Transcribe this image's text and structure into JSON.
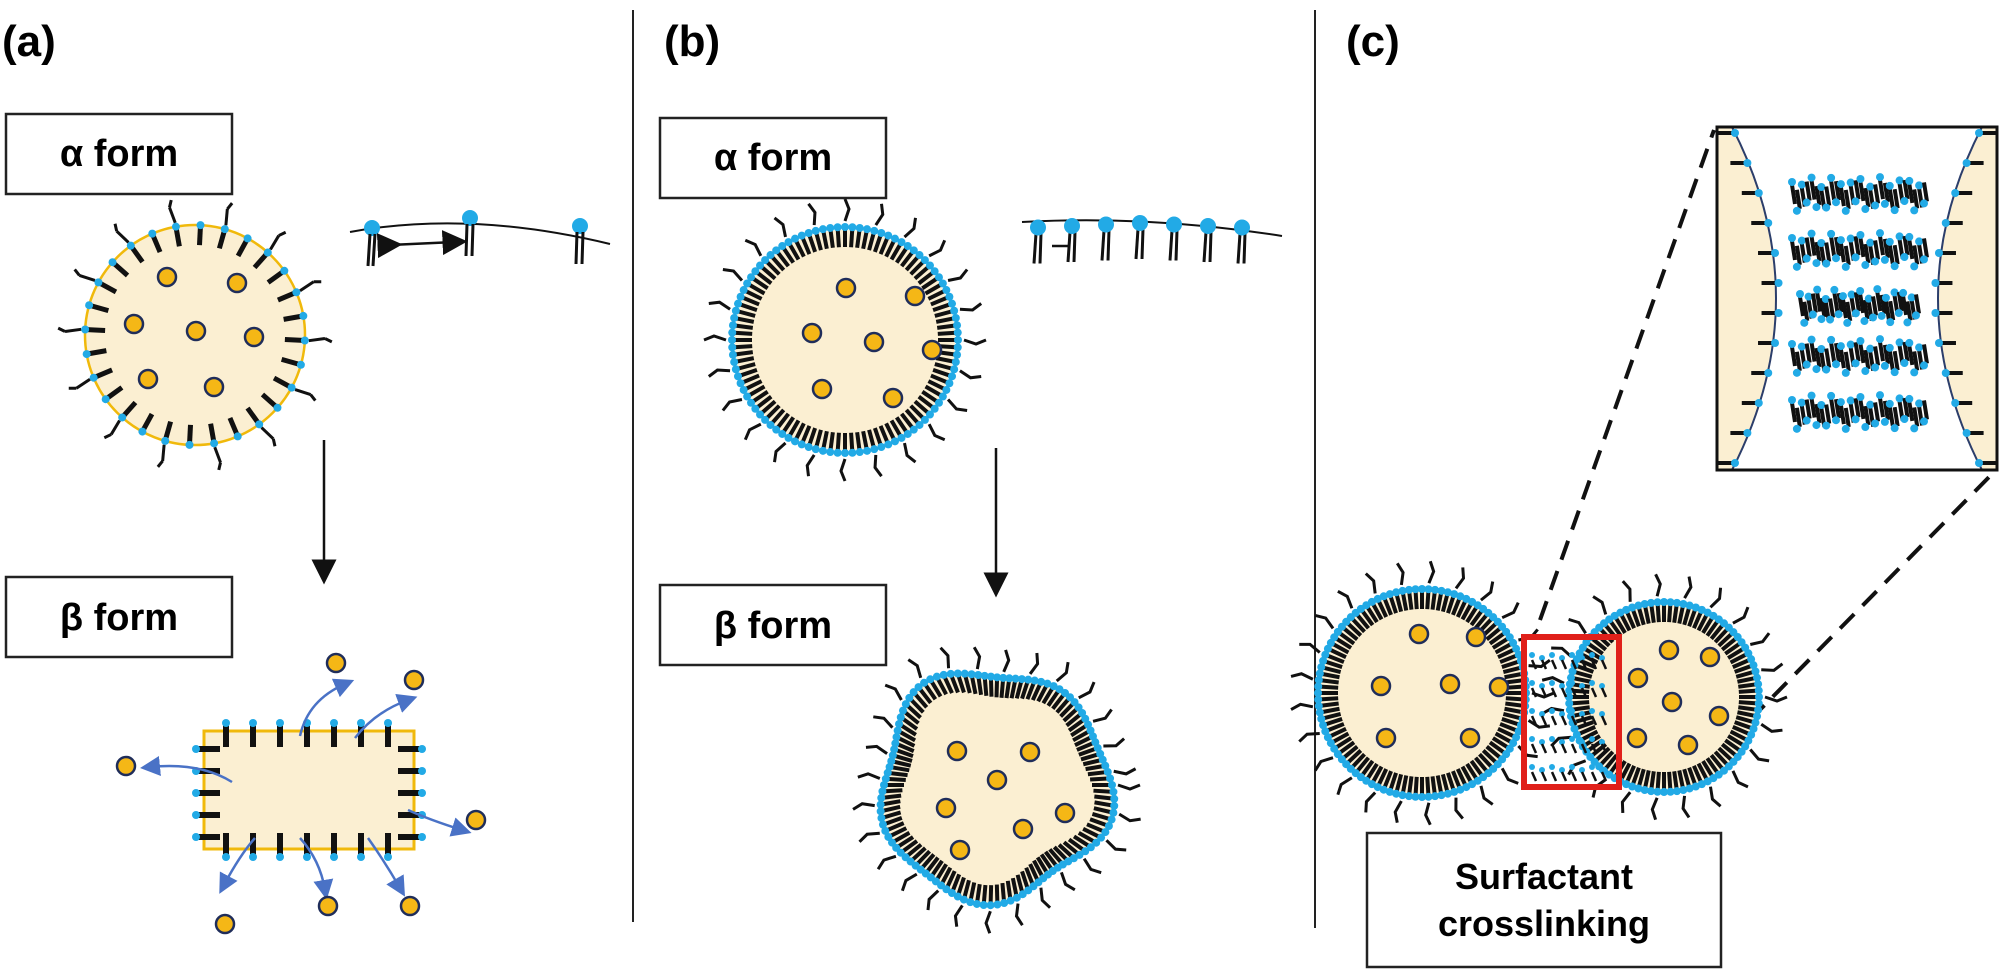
{
  "panels": {
    "a": {
      "letter": "(a)",
      "top_label": "α form",
      "bottom_label": "β form"
    },
    "b": {
      "letter": "(b)",
      "top_label": "α form",
      "bottom_label": "β form"
    },
    "c": {
      "letter": "(c)",
      "label_line1": "Surfactant",
      "label_line2": "crosslinking"
    }
  },
  "colors": {
    "droplet_fill": "#fbefd2",
    "droplet_border": "#f0b90b",
    "particle": "#f5b716",
    "particle_border": "#1f2d5a",
    "surfactant_head": "#22aae6",
    "surfactant_tail": "#111111",
    "expulsion_arrow": "#4a72c6",
    "highlight_box": "#e0201a"
  }
}
